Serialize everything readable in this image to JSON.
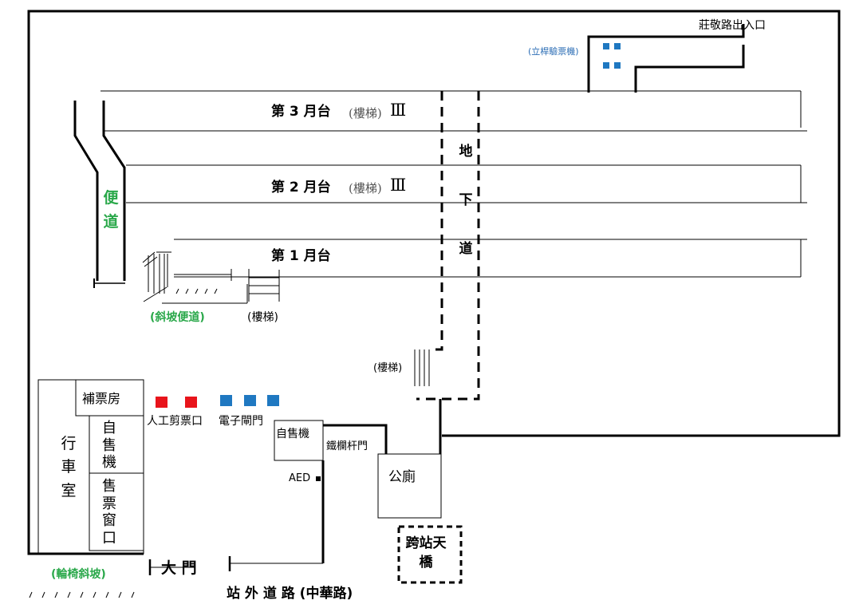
{
  "exits": {
    "zhuangjing_exit": "莊敬路出入口",
    "ticket_checker": "(立桿驗票機)"
  },
  "platforms": {
    "p3": "第 3 月台",
    "p2": "第 2 月台",
    "p1": "第 1 月台",
    "stairs_p3": "(樓梯)",
    "stairs_p2": "(樓梯)",
    "stairs_roman": "Ⅲ"
  },
  "walkways": {
    "side_path": "便道",
    "underground": "地下道",
    "ramp_path": "(斜坡便道)",
    "stairs_p1": "(樓梯)",
    "stairs_underground": "(樓梯)",
    "wheelchair_ramp": "(輪椅斜坡)"
  },
  "station_building": {
    "fare_adjustment": "補票房",
    "station_master": "行車室",
    "ticket_machine_left": "自售機",
    "ticket_window": "售票窗口",
    "manual_gate": "人工剪票口",
    "electronic_gate": "電子閘門",
    "ticket_machine_right": "自售機",
    "aed": "AED",
    "iron_gate": "鐵欄杆門",
    "toilet": "公廁",
    "overpass": "跨站天橋",
    "main_gate": "大 門"
  },
  "road": {
    "label": "站 外 道 路 (中華路)"
  },
  "colors": {
    "manual_gate": "#e8141b",
    "electronic_gate": "#1f78c1",
    "ticket_checker": "#1f78c1",
    "accessible_label": "#2aa84a"
  }
}
